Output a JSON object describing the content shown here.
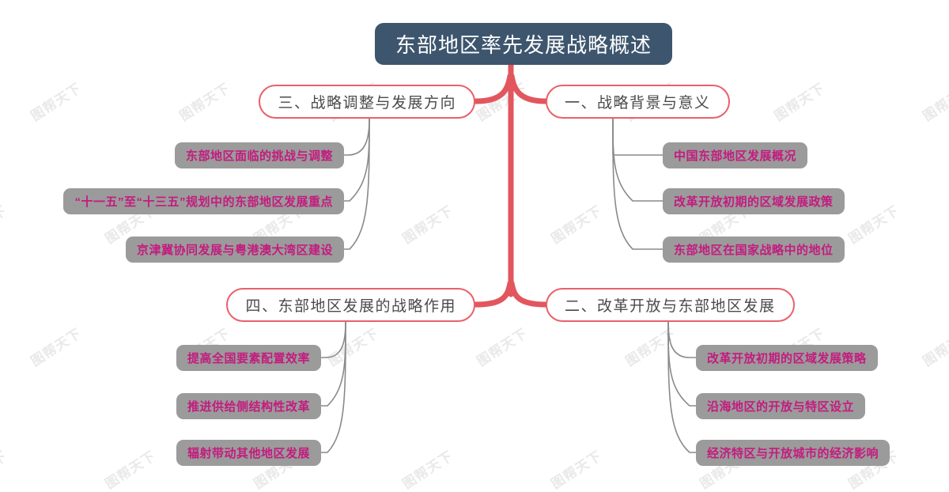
{
  "diagram": {
    "type": "mindmap",
    "title": "东部地区率先发展战略概述",
    "colors": {
      "root_background": "#3d566e",
      "root_text": "#ffffff",
      "branch_border": "#e8616b",
      "branch_text": "#4a4a4a",
      "branch_background": "#ffffff",
      "leaf_background": "#9b9b9b",
      "leaf_text": "#c41b7f",
      "trunk_line": "#e2565e",
      "leaf_line": "#8a8a8a",
      "canvas_background": "#ffffff"
    },
    "watermark_text": "图帮天下"
  },
  "root": {
    "label": "东部地区率先发展战略概述"
  },
  "branches": [
    {
      "id": "branch-1",
      "label": "一、战略背景与意义",
      "side": "right",
      "row": "top",
      "children": [
        {
          "label": "中国东部地区发展概况"
        },
        {
          "label": "改革开放初期的区域发展政策"
        },
        {
          "label": "东部地区在国家战略中的地位"
        }
      ]
    },
    {
      "id": "branch-2",
      "label": "二、改革开放与东部地区发展",
      "side": "right",
      "row": "bottom",
      "children": [
        {
          "label": "改革开放初期的区域发展策略"
        },
        {
          "label": "沿海地区的开放与特区设立"
        },
        {
          "label": "经济特区与开放城市的经济影响"
        }
      ]
    },
    {
      "id": "branch-3",
      "label": "三、战略调整与发展方向",
      "side": "left",
      "row": "top",
      "children": [
        {
          "label": "东部地区面临的挑战与调整"
        },
        {
          "label": "“十一五”至“十三五”规划中的东部地区发展重点"
        },
        {
          "label": "京津冀协同发展与粤港澳大湾区建设"
        }
      ]
    },
    {
      "id": "branch-4",
      "label": "四、东部地区发展的战略作用",
      "side": "left",
      "row": "bottom",
      "children": [
        {
          "label": "提高全国要素配置效率"
        },
        {
          "label": "推进供给侧结构性改革"
        },
        {
          "label": "辐射带动其他地区发展"
        }
      ]
    }
  ]
}
